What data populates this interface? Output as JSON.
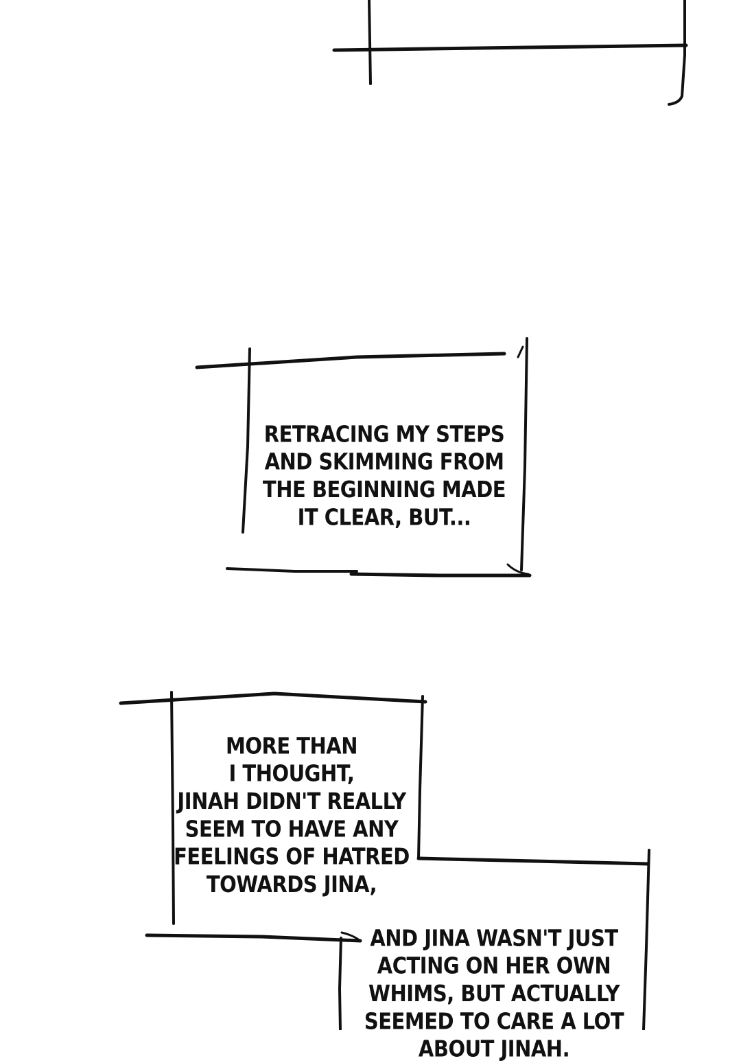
{
  "captions": [
    {
      "lines": [
        "RETRACING MY STEPS",
        "AND SKIMMING FROM",
        "THE BEGINNING MADE",
        "IT CLEAR, BUT..."
      ]
    },
    {
      "lines": [
        "MORE THAN",
        "I THOUGHT,",
        "JINAH DIDN'T REALLY",
        "SEEM TO HAVE ANY",
        "FEELINGS OF HATRED",
        "TOWARDS JINA,"
      ]
    },
    {
      "lines": [
        "AND JINA WASN'T JUST",
        "ACTING ON HER OWN",
        "WHIMS, BUT ACTUALLY",
        "SEEMED TO CARE A LOT",
        "ABOUT JINAH."
      ]
    }
  ],
  "colors": {
    "ink": "#111111",
    "background": "#ffffff"
  }
}
